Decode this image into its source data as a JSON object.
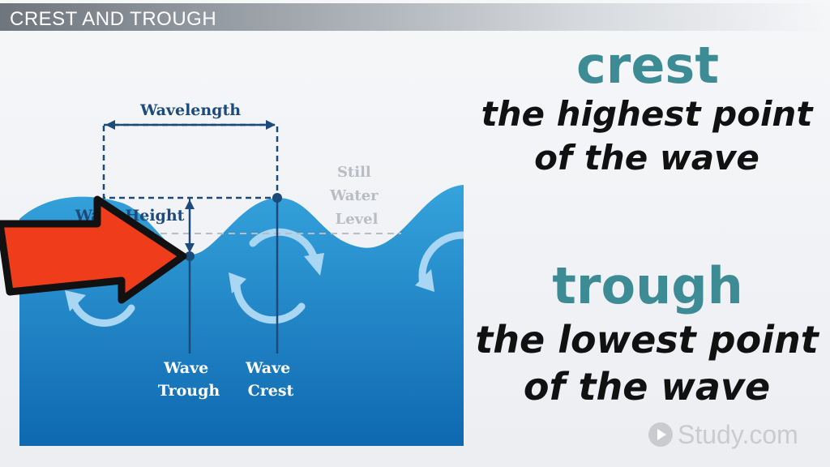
{
  "title_bar": {
    "text": "CREST AND TROUGH"
  },
  "diagram": {
    "wavelength_label": "Wavelength",
    "wave_height_label": "Wave Height",
    "still_water_label": [
      "Still",
      "Water",
      "Level"
    ],
    "trough_label": [
      "Wave",
      "Trough"
    ],
    "crest_label": [
      "Wave",
      "Crest"
    ],
    "colors": {
      "water_top": "#35a3dc",
      "water_bottom": "#0f68b0",
      "annotation": "#1c4a7a",
      "still_water": "#b9bcc2",
      "arrow_fill": "#ef3d1c",
      "arrow_stroke": "#111111"
    }
  },
  "definitions": {
    "crest_heading": "crest",
    "crest_line1": "the highest point",
    "crest_line2": "of the wave",
    "trough_heading": "trough",
    "trough_line1": "the lowest point",
    "trough_line2": "of the wave",
    "heading_color": "#3d8b95"
  },
  "logo": {
    "text": "Study.com",
    "icon": "play-circle-icon"
  }
}
